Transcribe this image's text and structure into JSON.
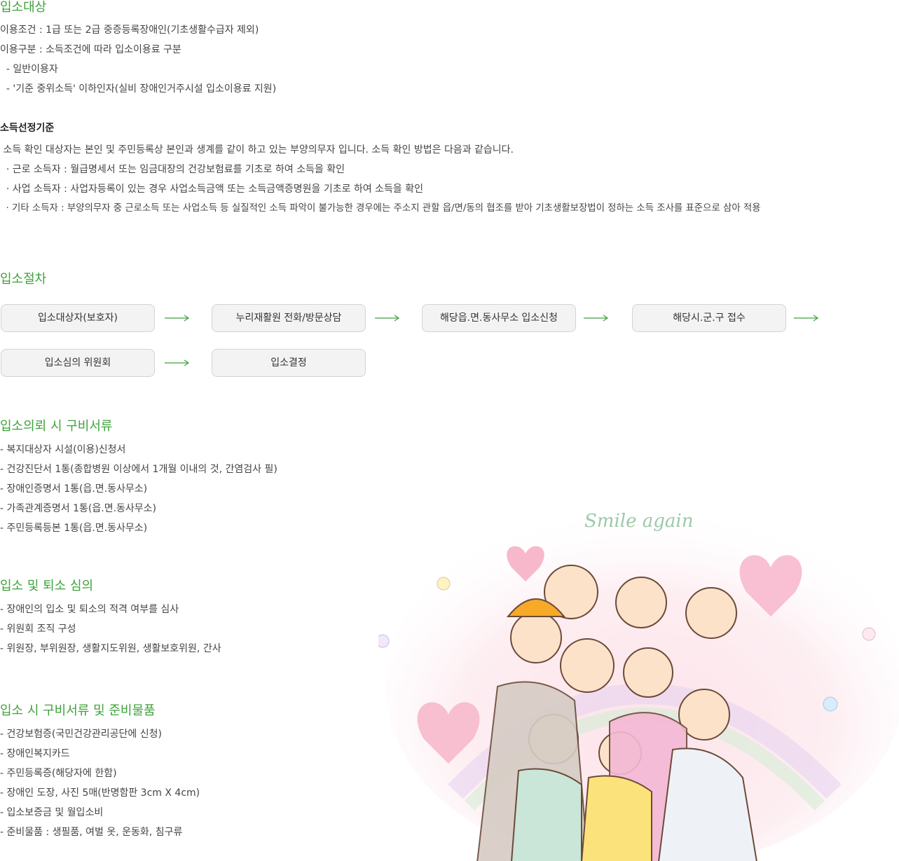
{
  "s1": {
    "title": "입소대상",
    "lines": [
      "이용조건 : 1급 또는 2급 중증등록장애인(기초생활수급자 제외)",
      "이용구분 : 소득조건에 따라 입소이용료 구분",
      "  - 일반이용자",
      "  - '기준 중위소득' 이하인자(실비 장애인거주시설 입소이용료 지원)"
    ]
  },
  "s2": {
    "title": "소득선정기준",
    "lines": [
      " 소득 확인 대상자는 본인 및 주민등록상 본인과 생계를 같이 하고 있는 부양의무자 입니다. 소득 확인 방법은 다음과 같습니다.",
      "  · 근로 소득자 : 월급명세서 또는 임금대장의 건강보험료를 기초로 하여 소득을 확인",
      "  · 사업 소득자 : 사업자등록이 있는 경우 사업소득금액 또는 소득금액증명원을 기초로 하여 소득을 확인",
      "  · 기타 소득자 : 부양의무자 중 근로소득 또는 사업소득 등 실질적인 소득 파악이 불가능한 경우에는 주소지 관할 읍/면/동의 협조를 받아 기초생활보장법이 정하는 소득 조사를 표준으로 삼아 적용"
    ]
  },
  "s3": {
    "title": "입소절차",
    "steps": [
      "입소대상자(보호자)",
      "누리재활원 전화/방문상담",
      "해당읍.면.동사무소 입소신청",
      "해당시.군.구 접수",
      "입소심의 위원회",
      "입소결정"
    ]
  },
  "s4": {
    "title": "입소의뢰 시 구비서류",
    "lines": [
      "- 복지대상자 시설(이용)신청서",
      "- 건강진단서 1통(종합병원 이상에서 1개월 이내의 것, 간염검사 필)",
      "- 장애인증명서 1통(읍.면.동사무소)",
      "- 가족관계증명서 1통(읍.면.동사무소)",
      "- 주민등록등본 1통(읍.면.동사무소)"
    ]
  },
  "s5": {
    "title": "입소 및 퇴소 심의",
    "lines": [
      "- 장애인의 입소 및 퇴소의 적격 여부를 심사",
      "- 위원회 조직 구성",
      "- 위원장, 부위원장, 생활지도위원, 생활보호위원, 간사"
    ]
  },
  "s6": {
    "title": "입소 시 구비서류 및 준비물품",
    "lines": [
      "- 건강보험증(국민건강관리공단에 신청)",
      "- 장애인복지카드",
      "- 주민등록증(해당자에 한함)",
      "- 장애인 도장, 사진 5매(반명함판 3cm X 4cm)",
      "- 입소보증금 및 월입소비",
      "- 준비물품 : 생필품, 여벌 옷, 운동화, 침구류"
    ]
  },
  "illustration": {
    "tagline": "Smile again"
  },
  "colors": {
    "accent": "#3fa23a",
    "box_bg": "#f3f3f3",
    "box_border": "#d3d3d3"
  }
}
